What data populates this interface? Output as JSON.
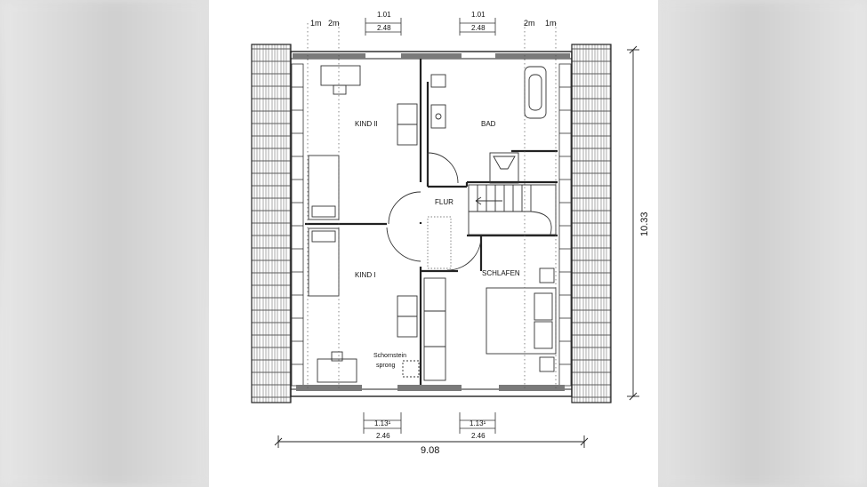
{
  "dimensions": {
    "top_left_a": "1.01",
    "top_left_b": "2.48",
    "top_right_a": "1.01",
    "top_right_b": "2.48",
    "top_1m_left": "1m",
    "top_2m_left": "2m",
    "top_2m_right": "2m",
    "top_1m_right": "1m",
    "bottom_left_a": "1.13¹",
    "bottom_left_b": "2.46",
    "bottom_right_a": "1.13¹",
    "bottom_right_b": "2.46",
    "overall_width": "9.08",
    "overall_height": "10.33"
  },
  "rooms": {
    "kind2": "KIND II",
    "bad": "BAD",
    "flur": "FLUR",
    "kind1": "KIND I",
    "schlafen": "SCHLAFEN",
    "schornstein_1": "Schornstein",
    "schornstein_2": "sprong"
  },
  "colors": {
    "line": "#222222",
    "window": "#7a7a7a",
    "sheet": "#ffffff",
    "background": "#d9d9d9"
  }
}
